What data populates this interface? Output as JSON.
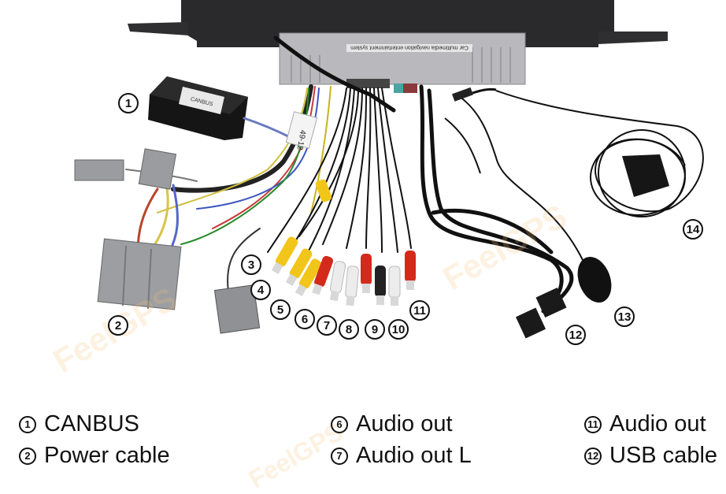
{
  "watermark": "FeelGPS",
  "head_unit": {
    "label": "Car multimedia navigation entertainment system",
    "colors": {
      "chassis": "#2a2a2c",
      "body": "#b9b9bd",
      "wire": "#1a1a1a"
    }
  },
  "canbus_box": {
    "sticker_text": "CANBUS"
  },
  "harness_tag": "49-12",
  "callouts": [
    "1",
    "2",
    "3",
    "4",
    "5",
    "6",
    "7",
    "8",
    "9",
    "10",
    "11",
    "12",
    "13",
    "14"
  ],
  "legend": [
    {
      "num": "1",
      "text": "CANBUS"
    },
    {
      "num": "2",
      "text": "Power cable"
    },
    {
      "num": "6",
      "text": "Audio out"
    },
    {
      "num": "7",
      "text": "Audio out L"
    },
    {
      "num": "11",
      "text": "Audio out"
    },
    {
      "num": "12",
      "text": "USB cable"
    }
  ],
  "rca_colors": {
    "yellow": "#f2c51a",
    "red": "#d42a1c",
    "white": "#ececec",
    "black": "#222222"
  }
}
